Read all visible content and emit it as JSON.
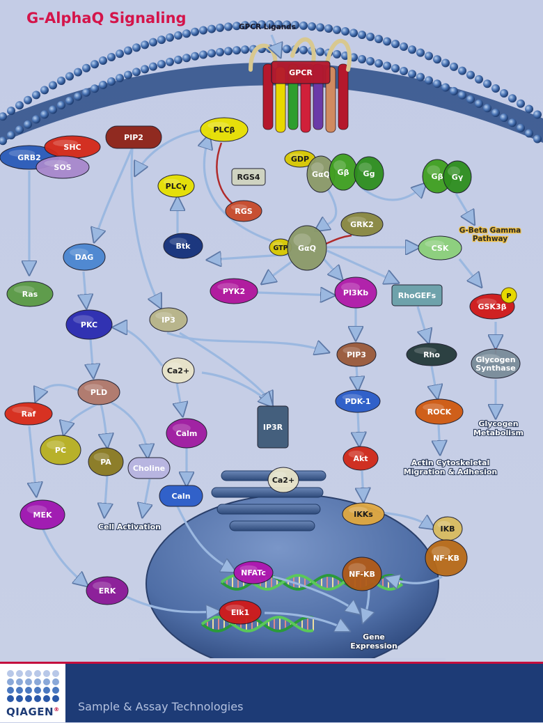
{
  "title": "G-AlphaQ Signaling",
  "ligand_label": "GPCR Ligands",
  "nodes": [
    {
      "id": "gpcr",
      "label": "GPCR",
      "shape": "rect",
      "color": "#b5182c"
    },
    {
      "id": "grb2",
      "label": "GRB2",
      "shape": "ellipse",
      "color": "#2a5bb8"
    },
    {
      "id": "shc",
      "label": "SHC",
      "shape": "ellipse",
      "color": "#d42818"
    },
    {
      "id": "sos",
      "label": "SOS",
      "shape": "ellipse",
      "color": "#a888cc"
    },
    {
      "id": "pip2",
      "label": "PIP2",
      "shape": "rounded",
      "color": "#8e2216"
    },
    {
      "id": "plcb",
      "label": "PLCβ",
      "shape": "ellipse",
      "color": "#e8e000",
      "dark_text": true
    },
    {
      "id": "plcg",
      "label": "PLCγ",
      "shape": "ellipse",
      "color": "#e6e000",
      "dark_text": true
    },
    {
      "id": "gdp",
      "label": "GDP",
      "shape": "ellipse",
      "color": "#d8c800",
      "dark_text": true
    },
    {
      "id": "gaq_top",
      "label": "GαQ",
      "shape": "ellipse",
      "color": "#8c9a68"
    },
    {
      "id": "gb_top",
      "label": "Gβ",
      "shape": "ellipse",
      "color": "#40a020"
    },
    {
      "id": "gg_top",
      "label": "Gg",
      "shape": "ellipse",
      "color": "#2e8e1e"
    },
    {
      "id": "gb_right",
      "label": "Gβ",
      "shape": "ellipse",
      "color": "#40a020"
    },
    {
      "id": "gg_right",
      "label": "Gγ",
      "shape": "ellipse",
      "color": "#2e8e1e"
    },
    {
      "id": "rgs4",
      "label": "RGS4",
      "shape": "rect",
      "color": "#d0d4c0",
      "dark_text": true
    },
    {
      "id": "rgs",
      "label": "RGS",
      "shape": "ellipse",
      "color": "#c84a2a"
    },
    {
      "id": "grk2",
      "label": "GRK2",
      "shape": "ellipse",
      "color": "#8a8840"
    },
    {
      "id": "gtp",
      "label": "GTP",
      "shape": "ellipse",
      "color": "#d8c800",
      "dark_text": true
    },
    {
      "id": "gaq",
      "label": "GαQ",
      "shape": "ellipse",
      "color": "#8c9a68"
    },
    {
      "id": "btk",
      "label": "Btk",
      "shape": "ellipse",
      "color": "#14307a"
    },
    {
      "id": "dag",
      "label": "DAG",
      "shape": "ellipse",
      "color": "#4a86d0"
    },
    {
      "id": "csk",
      "label": "CSK",
      "shape": "ellipse",
      "color": "#8cd07a"
    },
    {
      "id": "gbg_pathway",
      "label": "G-Beta Gamma\nPathway",
      "shape": "text",
      "color": "#2a2a2a"
    },
    {
      "id": "ras",
      "label": "Ras",
      "shape": "ellipse",
      "color": "#5a9a44"
    },
    {
      "id": "pyk2",
      "label": "PYK2",
      "shape": "ellipse",
      "color": "#b0149c"
    },
    {
      "id": "pi3k",
      "label": "PI3Kb",
      "shape": "ellipse",
      "color": "#b01aa8"
    },
    {
      "id": "rhogefs",
      "label": "RhoGEFs",
      "shape": "rect",
      "color": "#6aa0a8"
    },
    {
      "id": "gsk3b",
      "label": "GSK3β",
      "shape": "ellipse",
      "color": "#d01818"
    },
    {
      "id": "p_gsk",
      "label": "P",
      "shape": "circle",
      "color": "#e6d800",
      "dark_text": true
    },
    {
      "id": "pkc",
      "label": "PKC",
      "shape": "ellipse",
      "color": "#2a2ab0"
    },
    {
      "id": "ip3",
      "label": "IP3",
      "shape": "ellipse",
      "color": "#b8b488"
    },
    {
      "id": "pip3",
      "label": "PIP3",
      "shape": "ellipse",
      "color": "#9a5a3a"
    },
    {
      "id": "rho",
      "label": "Rho",
      "shape": "ellipse",
      "color": "#243a3a"
    },
    {
      "id": "glycogen_synthase",
      "label": "Glycogen\nSynthase",
      "shape": "ellipse",
      "color": "#7a8c9a"
    },
    {
      "id": "ca_top",
      "label": "Ca2+",
      "shape": "ellipse",
      "color": "#e8e4c8",
      "dark_text": true
    },
    {
      "id": "pld",
      "label": "PLD",
      "shape": "ellipse",
      "color": "#b0786a"
    },
    {
      "id": "raf",
      "label": "Raf",
      "shape": "ellipse",
      "color": "#d82a18"
    },
    {
      "id": "pdk1",
      "label": "PDK-1",
      "shape": "ellipse",
      "color": "#2a5cc8"
    },
    {
      "id": "rock",
      "label": "ROCK",
      "shape": "ellipse",
      "color": "#d05a10"
    },
    {
      "id": "calm",
      "label": "Calm",
      "shape": "ellipse",
      "color": "#a01aa0"
    },
    {
      "id": "ip3r",
      "label": "IP3R",
      "shape": "rect",
      "color": "#3e5a78"
    },
    {
      "id": "pc",
      "label": "PC",
      "shape": "ellipse",
      "color": "#b8b020"
    },
    {
      "id": "pa",
      "label": "PA",
      "shape": "ellipse",
      "color": "#8a7a20"
    },
    {
      "id": "choline",
      "label": "Choline",
      "shape": "rounded",
      "color": "#b8b4e0"
    },
    {
      "id": "akt",
      "label": "Akt",
      "shape": "ellipse",
      "color": "#d02818"
    },
    {
      "id": "ca_er",
      "label": "Ca2+",
      "shape": "ellipse",
      "color": "#e8e4c8",
      "dark_text": true
    },
    {
      "id": "mek",
      "label": "MEK",
      "shape": "ellipse",
      "color": "#a014b0"
    },
    {
      "id": "caln",
      "label": "Caln",
      "shape": "rounded",
      "color": "#2a5cc8"
    },
    {
      "id": "ikks",
      "label": "IKKs",
      "shape": "ellipse",
      "color": "#e0a840",
      "dark_text": true
    },
    {
      "id": "ikb",
      "label": "IKB",
      "shape": "ellipse",
      "color": "#d8bc60",
      "dark_text": true
    },
    {
      "id": "nfkb_out",
      "label": "NF-KB",
      "shape": "ellipse",
      "color": "#b86a18"
    },
    {
      "id": "nfatc",
      "label": "NFATc",
      "shape": "ellipse",
      "color": "#b014b0"
    },
    {
      "id": "nfkb_in",
      "label": "NF-KB",
      "shape": "ellipse",
      "color": "#b05a18"
    },
    {
      "id": "erk",
      "label": "ERK",
      "shape": "ellipse",
      "color": "#8a1896"
    },
    {
      "id": "elk1",
      "label": "Elk1",
      "shape": "ellipse",
      "color": "#d01a1a"
    }
  ],
  "labels": [
    {
      "id": "cell_activation",
      "text": "Cell Activation"
    },
    {
      "id": "glycogen_metabolism",
      "text": "Glycogen\nMetabolism"
    },
    {
      "id": "actin",
      "text": "Actin Cytoskeletal\nMigration & Adhesion"
    },
    {
      "id": "gene_expression",
      "text": "Gene\nExpression"
    }
  ],
  "footer": {
    "logo": "QIAGEN",
    "registered": "®",
    "tagline": "Sample & Assay Technologies"
  },
  "colors": {
    "background": "#c6cee6",
    "title": "#d4144a",
    "membrane": "#4a74b4",
    "arrow": "#9bb8e0",
    "inhibit": "#b02a2a",
    "nucleus": "#4f6ea6",
    "footer": "#1d3b76"
  }
}
